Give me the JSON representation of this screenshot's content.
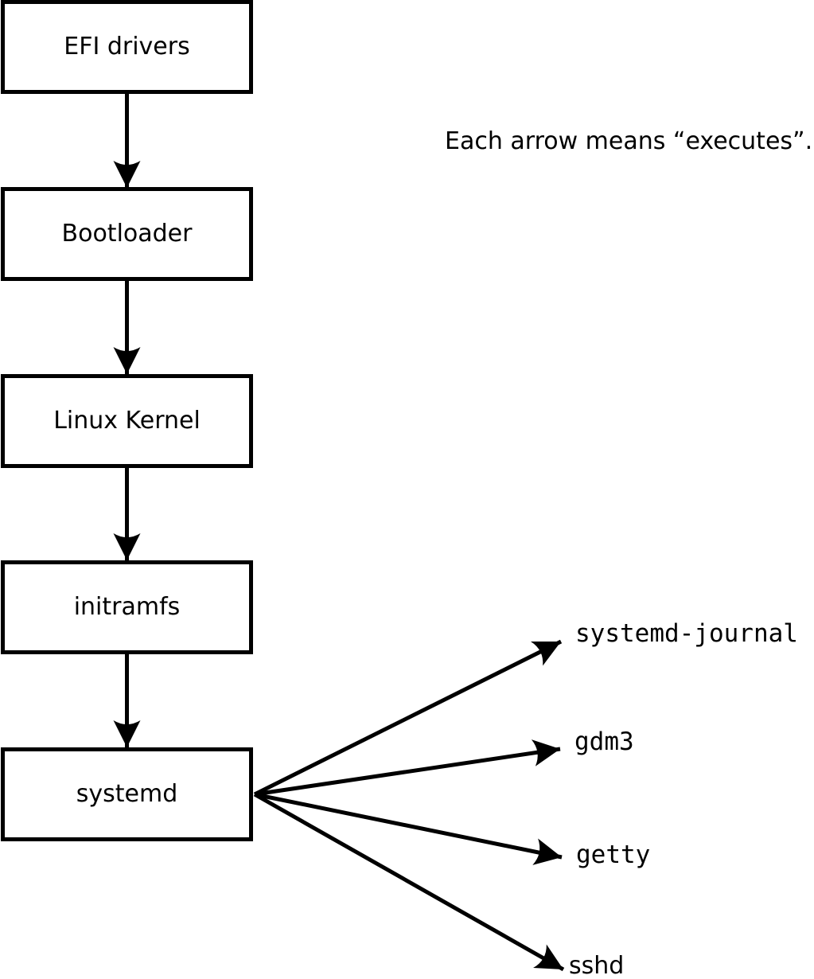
{
  "note": "Each arrow means “executes”.",
  "flow": {
    "nodes": [
      {
        "label": "EFI drivers"
      },
      {
        "label": "Bootloader"
      },
      {
        "label": "Linux Kernel"
      },
      {
        "label": "initramfs"
      },
      {
        "label": "systemd"
      }
    ]
  },
  "spawned": [
    {
      "label": "systemd-journal"
    },
    {
      "label": "gdm3"
    },
    {
      "label": "getty"
    },
    {
      "label": "sshd"
    }
  ],
  "colors": {
    "line": "#000000",
    "box_fill": "#ffffff",
    "background": "#ffffff",
    "text": "#000000"
  }
}
